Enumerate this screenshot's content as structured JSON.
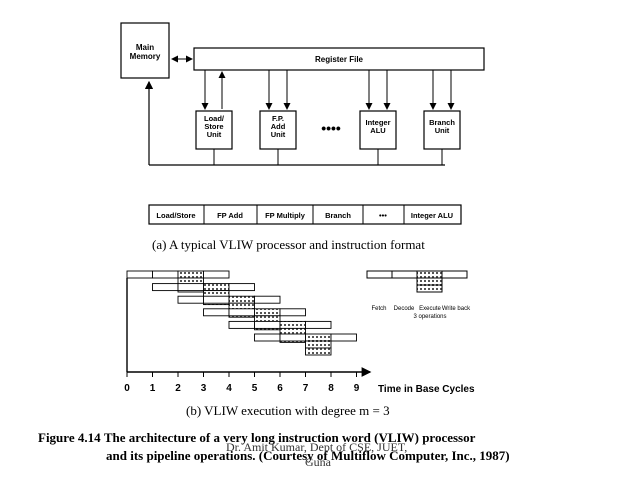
{
  "diagram_a": {
    "main_memory": "Main Memory",
    "register_file": "Register File",
    "units": [
      "Load/ Store Unit",
      "F.P. Add Unit",
      "Integer ALU",
      "Branch Unit"
    ],
    "dots": "••••",
    "instruction_format": [
      "Load/Store",
      "FP Add",
      "FP Multiply",
      "Branch",
      "•••",
      "Integer ALU"
    ],
    "caption": "(a) A typical VLIW processor and instruction format"
  },
  "diagram_b": {
    "x_ticks": [
      "0",
      "1",
      "2",
      "3",
      "4",
      "5",
      "6",
      "7",
      "8",
      "9"
    ],
    "x_label": "Time in Base Cycles",
    "legend_stages": [
      "Fetch",
      "Decode",
      "Execute",
      "Write back"
    ],
    "legend_note": "3 operations",
    "caption": "(b) VLIW execution with degree m = 3"
  },
  "figure": {
    "label": "Figure 4.14",
    "text_line1": "The architecture of a very long instruction word (VLIW) processor",
    "text_line2": "and its pipeline operations. (Courtesy of Multiflow Computer, Inc., 1987)"
  },
  "overlay": {
    "line1": "Dr. Amit Kumar, Dept of CSE, JUET,",
    "line2": "Guna"
  }
}
